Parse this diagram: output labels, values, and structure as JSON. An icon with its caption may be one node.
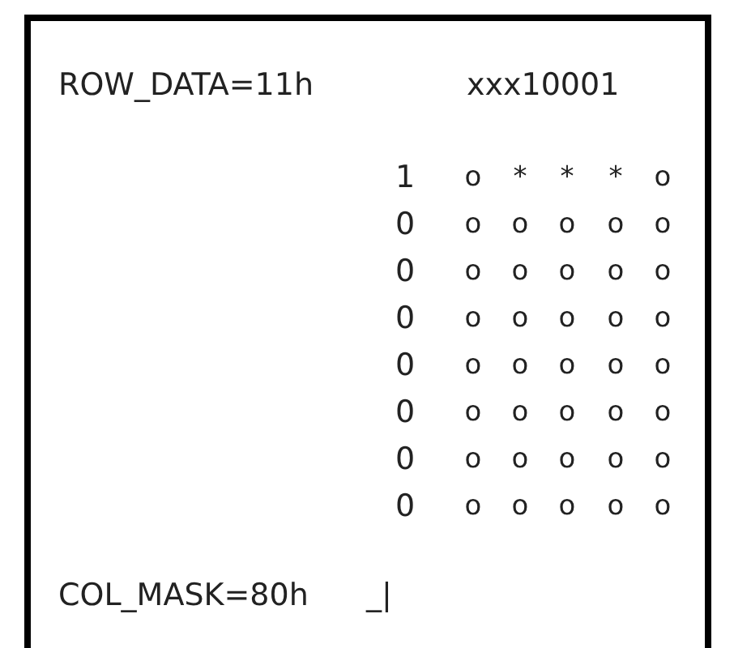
{
  "diagram": {
    "labels": [
      "ROW_DATA=11h",
      "xxx10001",
      "1",
      "o",
      "*",
      "*",
      "*",
      "o",
      "0",
      "o",
      "o",
      "o",
      "o",
      "o",
      "0",
      "o",
      "o",
      "o",
      "o",
      "o",
      "0",
      "o",
      "o",
      "o",
      "o",
      "o",
      "0",
      "o",
      "o",
      "o",
      "o",
      "o",
      "0",
      "o",
      "o",
      "o",
      "o",
      "o",
      "0",
      "o",
      "o",
      "o",
      "o",
      "o",
      "0",
      "o",
      "o",
      "o",
      "o",
      "o",
      "COL_MASK=80h",
      "_|"
    ]
  }
}
